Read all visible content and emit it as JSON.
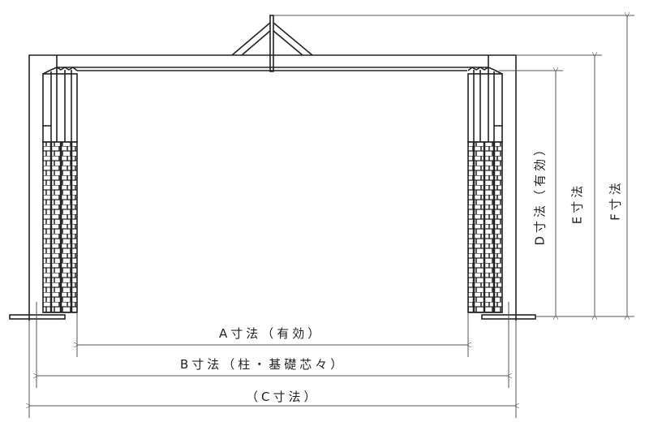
{
  "dimensions": {
    "a_label": "A寸法（有効）",
    "b_label": "B寸法（柱・基礎芯々）",
    "c_label": "（C寸法）",
    "d_label": "D寸法（有効）",
    "e_label": "E寸法",
    "f_label": "F寸法"
  },
  "colors": {
    "line": "#222222",
    "dim": "#555555"
  }
}
